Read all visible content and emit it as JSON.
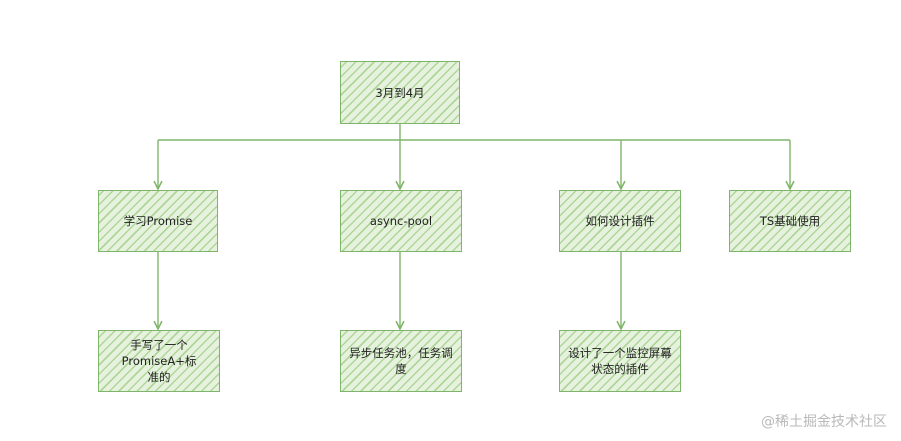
{
  "diagram": {
    "root": "3月到4月",
    "children": [
      {
        "label": "学习Promise",
        "child": "手写了一个PromiseA+标准的"
      },
      {
        "label": "async-pool",
        "child": "异步任务池，任务调度"
      },
      {
        "label": "如何设计插件",
        "child": "设计了一个监控屏幕状态的插件"
      },
      {
        "label": "TS基础使用",
        "child": ""
      }
    ]
  },
  "colors": {
    "stroke": "#7fb56a",
    "fill": "#e6f2dd"
  },
  "watermark": "@稀土掘金技术社区"
}
